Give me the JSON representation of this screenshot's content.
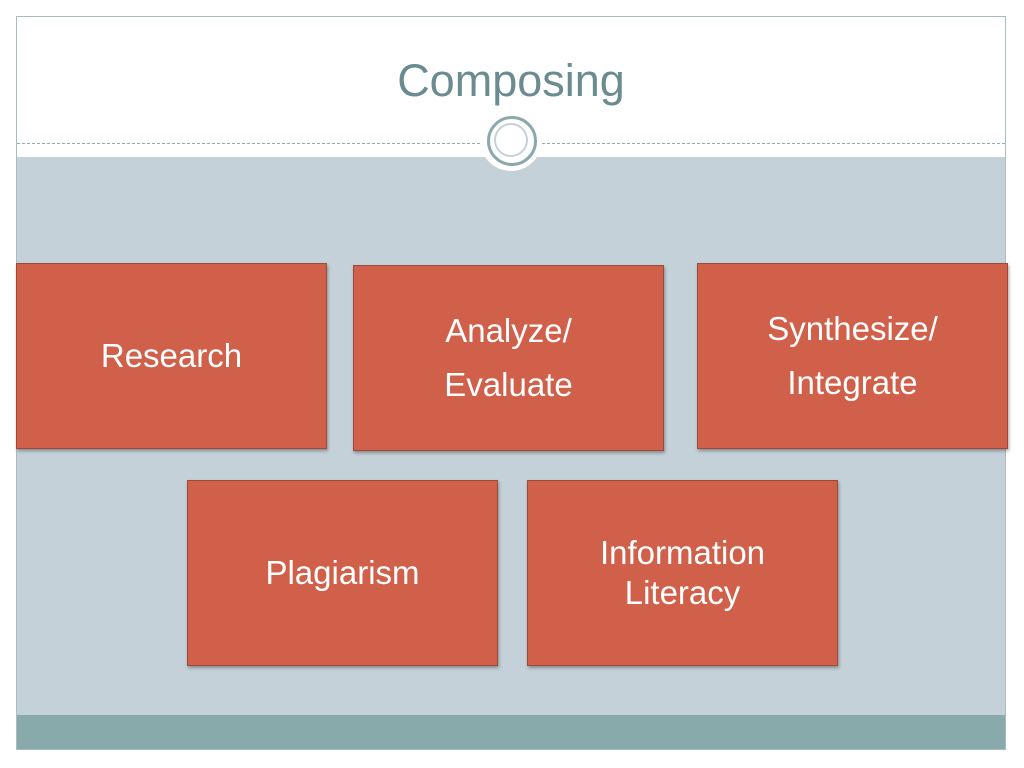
{
  "slide": {
    "title": "Composing",
    "boxes": [
      {
        "lines": [
          "Research"
        ]
      },
      {
        "lines": [
          "Analyze/",
          "Evaluate"
        ]
      },
      {
        "lines": [
          "Synthesize/",
          "Integrate"
        ]
      },
      {
        "lines": [
          "Plagiarism"
        ]
      },
      {
        "lines": [
          "Information",
          "Literacy"
        ]
      }
    ]
  },
  "colors": {
    "box_fill": "#d0604a",
    "content_background": "#c4d1d8",
    "title_text": "#6a8b8f",
    "footer_band": "#89aaab"
  }
}
